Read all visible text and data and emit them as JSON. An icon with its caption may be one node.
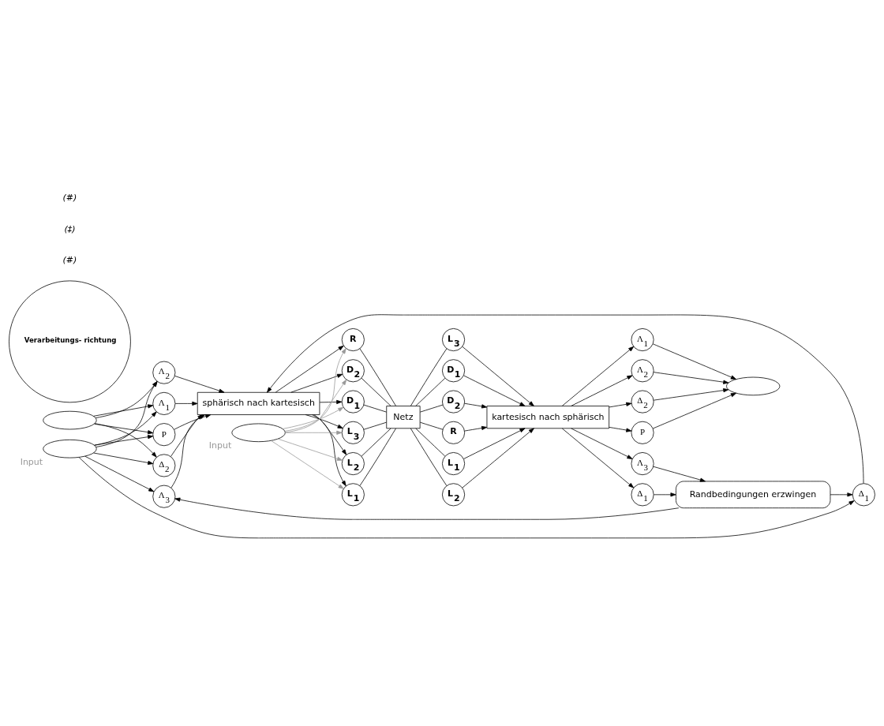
{
  "diagram": {
    "nodes": [
      {
        "text": [],
        "shape": "ellipse",
        "beside": [
          "Input"
        ]
      },
      {
        "text": [
          "Λ$_{3}$"
        ]
      },
      {
        "text": [
          "Λ$_{2}$"
        ]
      },
      {
        "text": [
          "Λ$_{1}$"
        ]
      },
      {
        "text": [
          "P"
        ]
      },
      {
        "text": [
          "Δ$_{2}$"
        ]
      },
      {
        "text": [
          "Δ$_{1}$"
        ]
      },
      {
        "text": [
          "sphärisch nach kartesisch"
        ]
      },
      {
        "text": [],
        "shape": "ellipse",
        "beside": [
          "Input"
        ]
      },
      {
        "text": [
          "L$_{3}$"
        ]
      },
      {
        "text": [
          "L$_{2}$"
        ]
      },
      {
        "text": [
          "L$_{1}$"
        ]
      },
      {
        "text": [
          "R"
        ]
      },
      {
        "text": [
          "D$_{2}$"
        ]
      },
      {
        "text": [
          "D$_{1}$"
        ]
      },
      {
        "text": [
          "D$_{1}$"
        ]
      },
      {
        "text": [
          "D$_{2}$"
        ]
      },
      {
        "text": [
          "R"
        ]
      },
      {
        "text": [
          "L$_{1}$"
        ]
      },
      {
        "text": [
          "L$_{2}$"
        ]
      },
      {
        "text": [
          "L$_{3}$"
        ]
      },
      {
        "text": [
          "kartesisch nach sphärisch"
        ]
      },
      {
        "text": [
          "Δ$_{1}$"
        ]
      },
      {
        "text": [
          "Δ$_{2}$"
        ]
      },
      {
        "text": [
          "P"
        ]
      },
      {
        "text": [
          "Λ$_{1}$"
        ]
      },
      {
        "text": [
          "Λ$_{2}$"
        ]
      },
      {
        "text": [
          "Λ$_{3}$"
        ]
      },
      {
        "text": [],
        "shape": "ellipse"
      },
      {
        "text": [
          "Randbedingungen erzwingen"
        ]
      },
      {
        "text": [],
        "shape": "ellipse"
      },
      {
        "text": [
          "Verarbeitungs- richtung"
        ]
      },
      {
        "text": [
          "Netz"
        ]
      }
    ],
    "edges": [
      {
        "from": 0,
        "to": 1,
        "arrow": "to"
      },
      {
        "from": 0,
        "to": 2,
        "arrow": "to"
      },
      {
        "from": 0,
        "to": 3,
        "arrow": "to"
      },
      {
        "from": 0,
        "to": 4,
        "arrow": "to"
      },
      {
        "from": 0,
        "to": 5,
        "arrow": "to"
      },
      {
        "from": 0,
        "to": 6,
        "arrow": "to"
      },
      {
        "from": 1,
        "to": 7,
        "arrow": "to"
      },
      {
        "from": 2,
        "to": 7,
        "arrow": "to"
      },
      {
        "from": 3,
        "to": 7,
        "arrow": "to"
      },
      {
        "from": 4,
        "to": 7,
        "arrow": "to"
      },
      {
        "from": 5,
        "to": 7,
        "arrow": "to"
      },
      {
        "from": 6,
        "to": 7,
        "arrow": "to"
      },
      {
        "from": 7,
        "to": 9,
        "arrow": "to"
      },
      {
        "from": 7,
        "to": 10,
        "arrow": "to"
      },
      {
        "from": 7,
        "to": 11,
        "arrow": "to"
      },
      {
        "from": 7,
        "to": 12,
        "arrow": "to"
      },
      {
        "from": 7,
        "to": 13,
        "arrow": "to"
      },
      {
        "from": 7,
        "to": 14,
        "arrow": "to"
      },
      {
        "from": 8,
        "to": 9,
        "arrow": "to",
        "color": "#999999"
      },
      {
        "from": 8,
        "to": 10,
        "arrow": "to",
        "color": "#999999"
      },
      {
        "from": 8,
        "to": 11,
        "arrow": "to",
        "color": "#999999"
      },
      {
        "from": 8,
        "to": 12,
        "arrow": "to",
        "color": "#999999"
      },
      {
        "from": 8,
        "to": 13,
        "arrow": "to",
        "color": "#999999"
      },
      {
        "from": 8,
        "to": 14,
        "arrow": "to",
        "color": "#999999"
      },
      {
        "from": 9,
        "to": 32,
        "arrow": "none"
      },
      {
        "from": 10,
        "to": 32,
        "arrow": "none"
      },
      {
        "from": 11,
        "to": 32,
        "arrow": "none"
      },
      {
        "from": 12,
        "to": 32,
        "arrow": "none"
      },
      {
        "from": 13,
        "to": 32,
        "arrow": "none"
      },
      {
        "from": 14,
        "to": 32,
        "arrow": "none"
      },
      {
        "from": 32,
        "to": 15,
        "arrow": "none"
      },
      {
        "from": 32,
        "to": 16,
        "arrow": "none"
      },
      {
        "from": 32,
        "to": 17,
        "arrow": "none"
      },
      {
        "from": 32,
        "to": 18,
        "arrow": "none"
      },
      {
        "from": 32,
        "to": 19,
        "arrow": "none"
      },
      {
        "from": 32,
        "to": 20,
        "arrow": "none"
      },
      {
        "from": 15,
        "to": 21,
        "arrow": "to"
      },
      {
        "from": 16,
        "to": 21,
        "arrow": "to"
      },
      {
        "from": 17,
        "to": 21,
        "arrow": "to"
      },
      {
        "from": 18,
        "to": 21,
        "arrow": "to"
      },
      {
        "from": 19,
        "to": 21,
        "arrow": "to"
      },
      {
        "from": 20,
        "to": 21,
        "arrow": "to"
      },
      {
        "from": 21,
        "to": 22,
        "arrow": "to"
      },
      {
        "from": 21,
        "to": 23,
        "arrow": "to"
      },
      {
        "from": 21,
        "to": 24,
        "arrow": "to"
      },
      {
        "from": 21,
        "to": 25,
        "arrow": "to"
      },
      {
        "from": 21,
        "to": 26,
        "arrow": "to"
      },
      {
        "from": 21,
        "to": 27,
        "arrow": "to"
      },
      {
        "from": 23,
        "to": 28,
        "arrow": "to"
      },
      {
        "from": 24,
        "to": 28,
        "arrow": "to"
      },
      {
        "from": 25,
        "to": 28,
        "arrow": "to"
      },
      {
        "from": 26,
        "to": 28,
        "arrow": "to"
      },
      {
        "from": 22,
        "to": 29,
        "arrow": "to"
      },
      {
        "from": 27,
        "to": 29,
        "arrow": "to"
      },
      {
        "from": 29,
        "to": 1,
        "arrow": "to"
      },
      {
        "from": 29,
        "to": 6,
        "arrow": "to"
      },
      {
        "from": 30,
        "to": 2,
        "arrow": "to"
      },
      {
        "from": 30,
        "to": 3,
        "arrow": "to"
      },
      {
        "from": 30,
        "to": 4,
        "arrow": "to"
      },
      {
        "from": 30,
        "to": 5,
        "arrow": "to"
      }
    ],
    "labels": [
      "(#)",
      "(‡)",
      "(#)"
    ]
  }
}
